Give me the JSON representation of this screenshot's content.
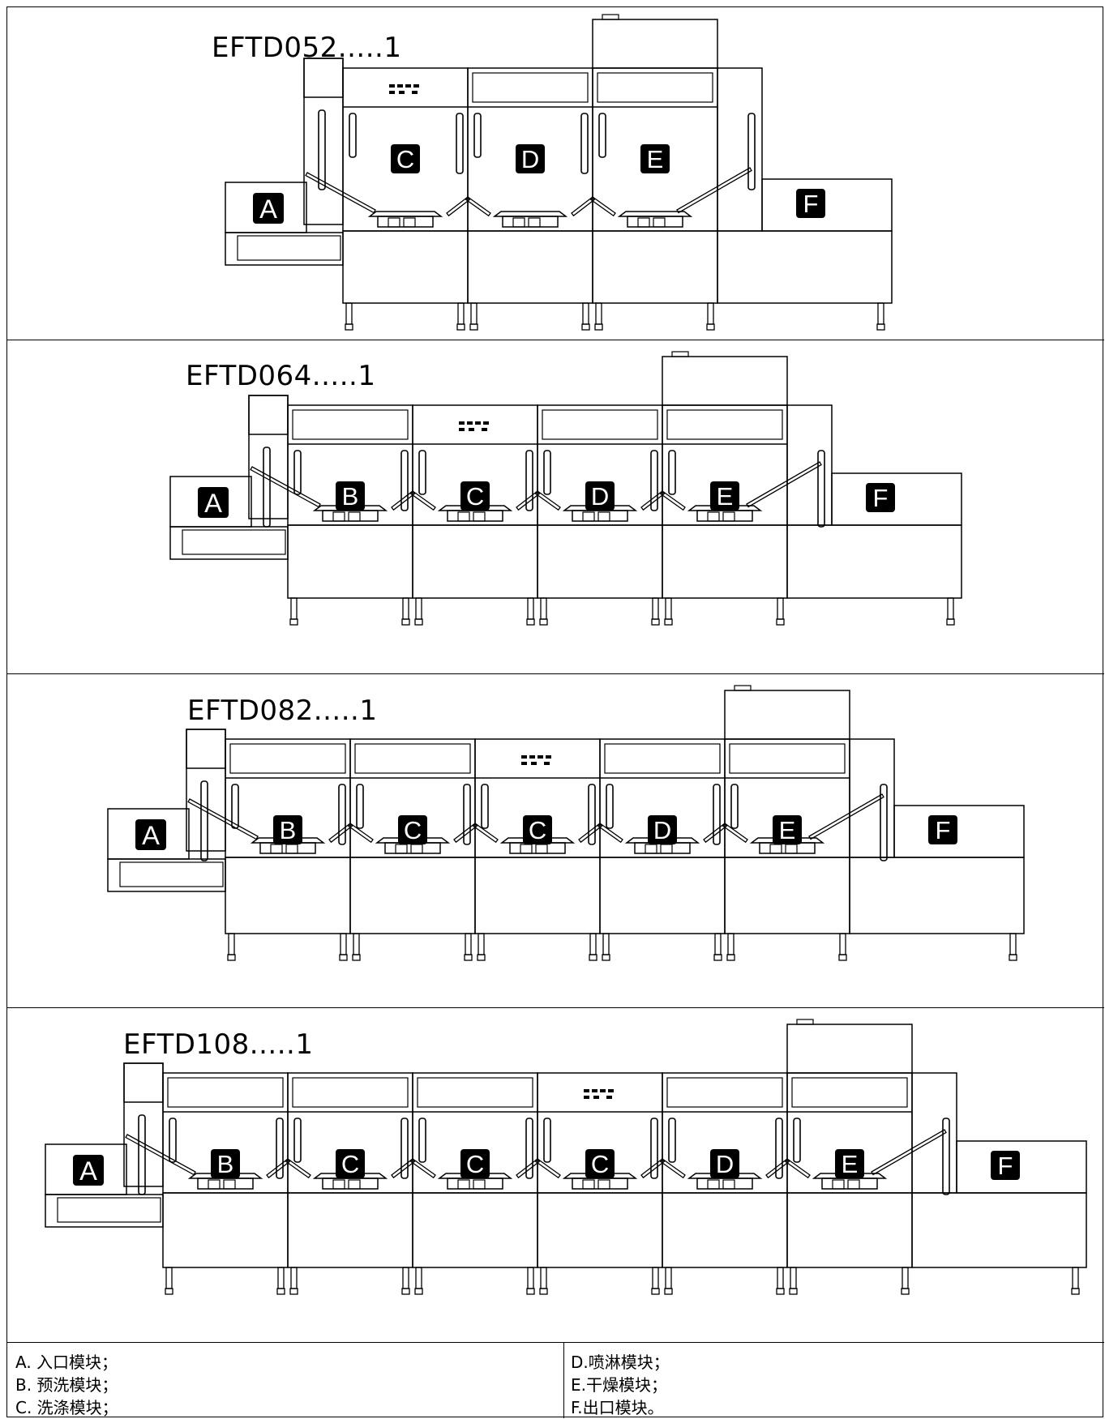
{
  "panels": [
    {
      "model": "EFTD052.....1",
      "modules": [
        "C",
        "D",
        "E"
      ]
    },
    {
      "model": "EFTD064.....1",
      "modules": [
        "B",
        "C",
        "D",
        "E"
      ]
    },
    {
      "model": "EFTD082.....1",
      "modules": [
        "B",
        "C",
        "C",
        "D",
        "E"
      ]
    },
    {
      "model": "EFTD108.....1",
      "modules": [
        "B",
        "C",
        "C",
        "C",
        "D",
        "E"
      ]
    }
  ],
  "end_modules": {
    "inlet": "A",
    "outlet": "F"
  },
  "legend": {
    "left": [
      "A.  入口模块；",
      "B.  预洗模块；",
      "C.  洗涤模块；"
    ],
    "right": [
      "D.喷淋模块；",
      "E.干燥模块；",
      "F.出口模块。"
    ]
  },
  "colors": {
    "line": "#000000",
    "label_bg": "#000000",
    "label_text": "#ffffff",
    "background": "#ffffff"
  }
}
